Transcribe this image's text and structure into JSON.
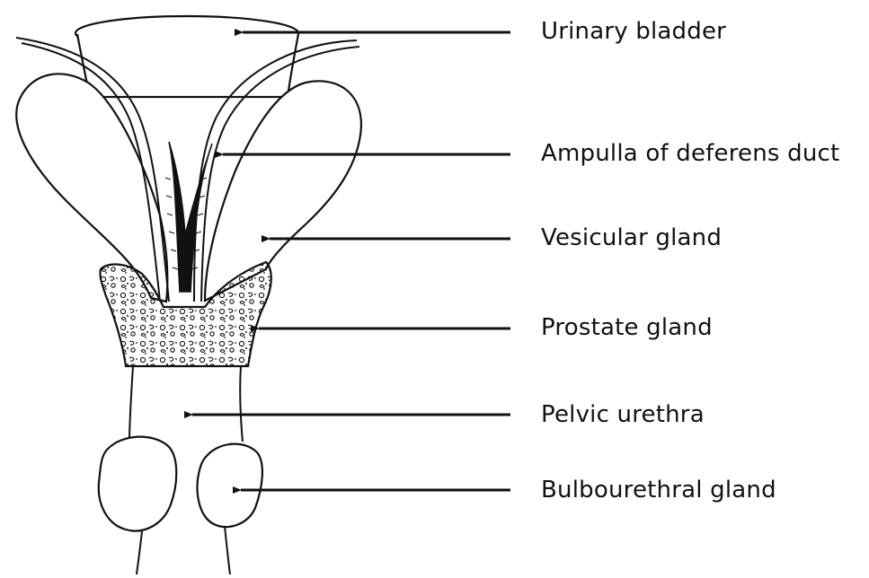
{
  "labels": {
    "urinary_bladder": "Urinary bladder",
    "ampulla": "Ampulla of deferens duct",
    "vesicular_gland": "Vesicular gland",
    "prostate_gland": "Prostate gland",
    "pelvic_urethra": "Pelvic urethra",
    "bulbourethral_gland": "Bulbourethral gland"
  },
  "colors": {
    "ink": "#111111",
    "background": "#ffffff"
  }
}
